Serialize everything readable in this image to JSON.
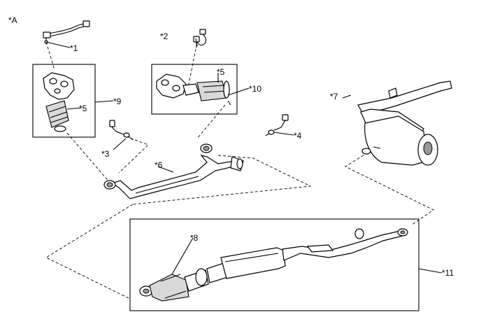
{
  "view_label": "*A",
  "callouts": {
    "c1": "*1",
    "c2": "*2",
    "c3": "*3",
    "c4": "*4",
    "c5a": "*5",
    "c5b": "*5",
    "c6": "*6",
    "c7": "*7",
    "c8": "*8",
    "c9": "*9",
    "c10": "*10",
    "c11": "*11"
  }
}
